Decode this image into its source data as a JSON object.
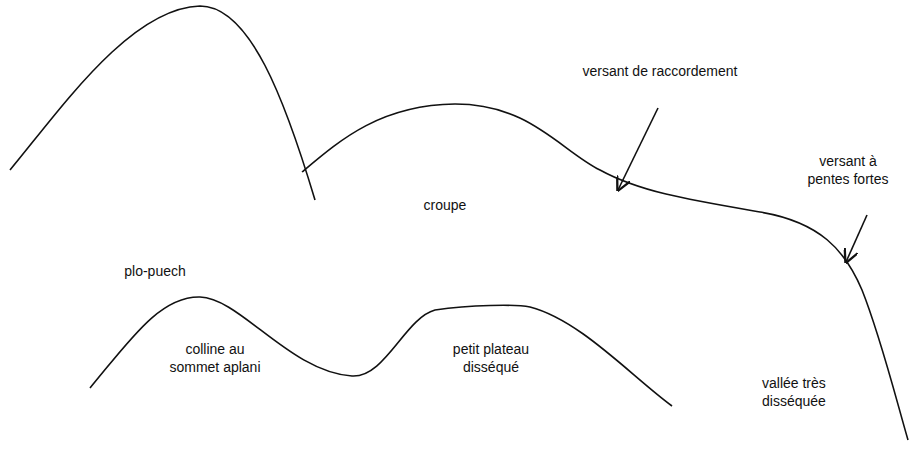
{
  "diagram": {
    "labels": [
      "plo-puech",
      "croupe",
      "versant de raccordement",
      "versant à pentes fortes",
      "colline au sommet aplani",
      "petit plateau disséqué",
      "vallée très disséquée"
    ]
  }
}
